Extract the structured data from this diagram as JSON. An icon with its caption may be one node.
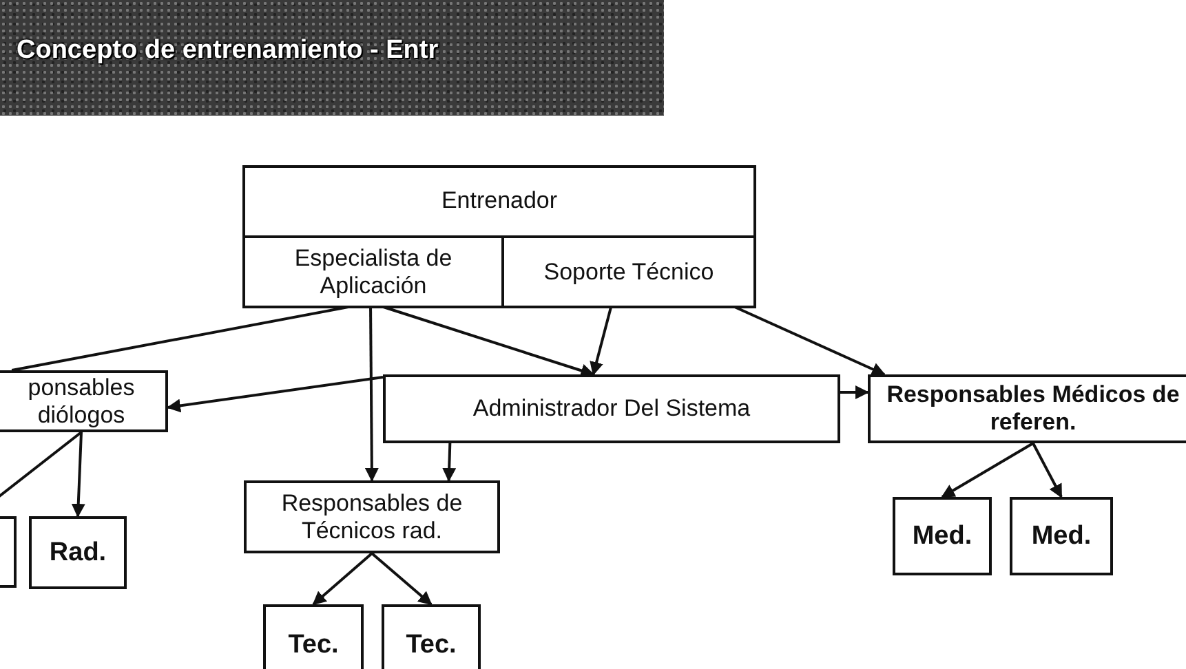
{
  "diagram": {
    "title": "Concepto de entrenamiento - Entr",
    "nodes": [
      {
        "text": [
          "Entrenador"
        ]
      },
      {
        "text": [
          "Especialista de Aplicación"
        ],
        "in": 0
      },
      {
        "text": [
          "Soporte Técnico"
        ],
        "in": 0
      },
      {
        "text": [
          "ponsables diólogos"
        ]
      },
      {
        "text": [
          "Administrador Del Sistema"
        ]
      },
      {
        "text": [
          "Responsables Médicos de referen."
        ]
      },
      {
        "text": [],
        "shape": "box"
      },
      {
        "text": [
          "Rad."
        ]
      },
      {
        "text": [
          "Responsables de Técnicos rad."
        ]
      },
      {
        "text": [
          "Tec."
        ]
      },
      {
        "text": [
          "Tec."
        ]
      },
      {
        "text": [
          "Med."
        ]
      },
      {
        "text": [
          "Med."
        ]
      }
    ],
    "edges": [
      {
        "from": 1,
        "to": 3,
        "arrow": "none"
      },
      {
        "from": 1,
        "to": 8,
        "arrow": "to"
      },
      {
        "from": 1,
        "to": 4,
        "arrow": "to"
      },
      {
        "from": 2,
        "to": 4,
        "arrow": "to"
      },
      {
        "from": 2,
        "to": 5,
        "arrow": "to"
      },
      {
        "from": 4,
        "to": 3,
        "arrow": "to"
      },
      {
        "from": 4,
        "to": 8,
        "arrow": "to"
      },
      {
        "from": 4,
        "to": 5,
        "arrow": "to"
      },
      {
        "from": 3,
        "to": 6,
        "arrow": "to"
      },
      {
        "from": 3,
        "to": 7,
        "arrow": "to"
      },
      {
        "from": 8,
        "to": 9,
        "arrow": "to"
      },
      {
        "from": 8,
        "to": 10,
        "arrow": "to"
      },
      {
        "from": 5,
        "to": 11,
        "arrow": "to"
      },
      {
        "from": 5,
        "to": 12,
        "arrow": "to"
      }
    ]
  }
}
